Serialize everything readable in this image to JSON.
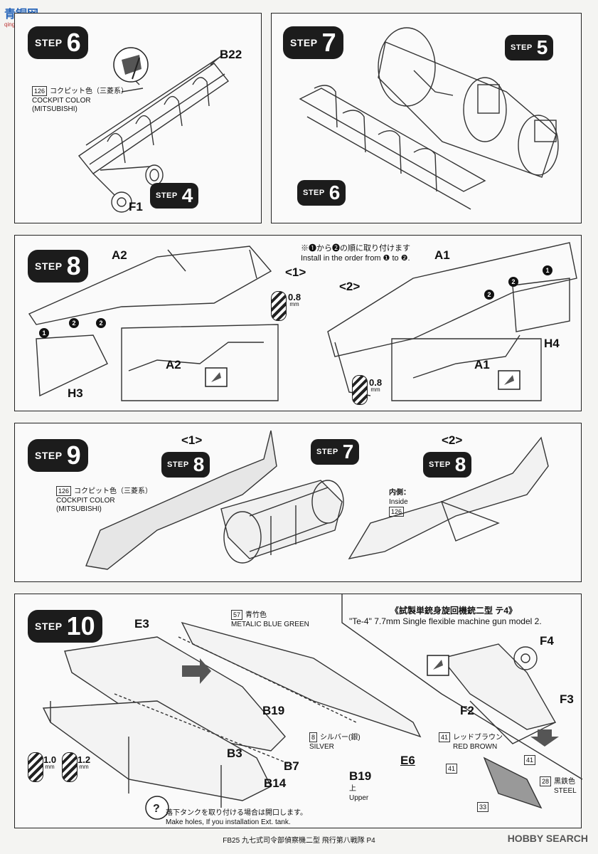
{
  "watermark_top": {
    "line1": "青铜网",
    "line2": "qingtong.cn"
  },
  "step6": {
    "word": "STEP",
    "num": "6",
    "part_b22": "B22",
    "part_f1": "F1",
    "paint_code": "126",
    "paint_jp": "コクピット色（三菱系）",
    "paint_en1": "COCKPIT COLOR",
    "paint_en2": "(MITSUBISHI)",
    "ref_word": "STEP",
    "ref_num": "4"
  },
  "step7": {
    "word": "STEP",
    "num": "7",
    "ref_a_word": "STEP",
    "ref_a_num": "5",
    "ref_b_word": "STEP",
    "ref_b_num": "6"
  },
  "step8": {
    "word": "STEP",
    "num": "8",
    "note_jp": "※❶から❷の順に取り付けます",
    "note_en": "Install in the order from ❶ to ❷.",
    "part_a2": "A2",
    "part_a2_detail": "A2",
    "part_h3": "H3",
    "part_a1": "A1",
    "part_a1_detail": "A1",
    "part_h4": "H4",
    "sub1": "<1>",
    "sub2": "<2>",
    "drill_a": "0.8",
    "drill_b": "0.8",
    "mm": "mm",
    "n1": "1",
    "n2": "2"
  },
  "step9": {
    "word": "STEP",
    "num": "9",
    "sub1": "<1>",
    "sub2": "<2>",
    "ref1_word": "STEP",
    "ref1_num": "8",
    "ref2_word": "STEP",
    "ref2_num": "7",
    "ref3_word": "STEP",
    "ref3_num": "8",
    "paint_code": "126",
    "paint_jp": "コクピット色（三菱系）",
    "paint_en1": "COCKPIT COLOR",
    "paint_en2": "(MITSUBISHI)",
    "inside_jp": "内側：",
    "inside_en": "Inside",
    "inside_code": "126"
  },
  "step10": {
    "word": "STEP",
    "num": "10",
    "part_e3": "E3",
    "part_b19": "B19",
    "part_b3": "B3",
    "part_b7": "B7",
    "part_b14": "B14",
    "part_e6": "E6",
    "part_b19_detail": "B19",
    "upper_jp": "上",
    "upper_en": "Upper",
    "paint57_code": "57",
    "paint57_jp": "青竹色",
    "paint57_en": "METALIC BLUE GREEN",
    "paint8_code": "8",
    "paint8_jp": "シルバー(銀)",
    "paint8_en": "SILVER",
    "drill_a": "1.0",
    "drill_b": "1.2",
    "mm": "mm",
    "holes_jp": "落下タンクを取り付ける場合は開口します。",
    "holes_en": "Make holes, If you installation Ext. tank.",
    "gun_title_jp": "《試製単銃身旋回機銃二型 テ4》",
    "gun_title_en": "\"Te-4\" 7.7mm Single flexible machine gun model 2.",
    "part_f4": "F4",
    "part_f3": "F3",
    "part_f2": "F2",
    "paint41_code": "41",
    "paint41_jp": "レッドブラウン",
    "paint41_en": "RED BROWN",
    "paint28_code": "28",
    "paint28_jp": "黒鉄色",
    "paint28_en": "STEEL",
    "c41a": "41",
    "c41b": "41",
    "c33": "33"
  },
  "footer": "FB25 九七式司令部偵察機二型 飛行第八戦隊 P4",
  "watermark": "HOBBY SEARCH"
}
